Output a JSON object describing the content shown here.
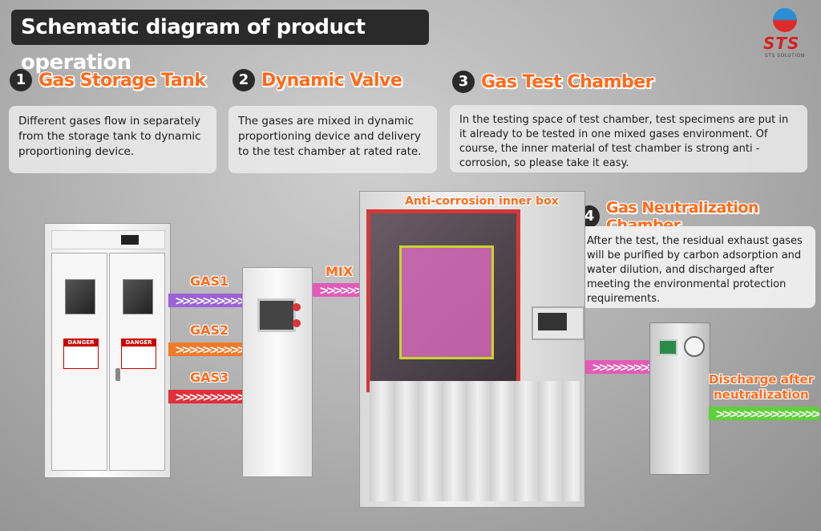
{
  "title": "Schematic diagram of product operation",
  "logo": {
    "brand": "STS",
    "sub": "STS SOLUTION"
  },
  "steps": [
    {
      "num": "1",
      "title": "Gas Storage Tank",
      "desc": "Different gases flow in separately from the storage tank to dynamic proportioning device."
    },
    {
      "num": "2",
      "title": "Dynamic Valve",
      "desc": "The gases are mixed in dynamic proportioning device and delivery to the test chamber at rated rate."
    },
    {
      "num": "3",
      "title": "Gas Test Chamber",
      "desc": "In the testing space of test chamber, test specimens are put in it  already to be tested in one mixed gases environment. Of course, the inner material of test chamber is strong anti -corrosion, so please take it easy."
    },
    {
      "num": "4",
      "title": "Gas Neutralization Chamber",
      "desc": "After the test, the residual exhaust gases will be purified by carbon adsorption and water dilution, and discharged after meeting the environmental protection requirements."
    }
  ],
  "flows": {
    "gas1": "GAS1",
    "gas2": "GAS2",
    "gas3": "GAS3",
    "mix": "MIX",
    "inner_box": "Anti-corrosion inner box",
    "discharge_line1": "Discharge after",
    "discharge_line2": "neutralization"
  },
  "colors": {
    "gas1": "#9b63d6",
    "gas2": "#f07a2a",
    "gas3": "#e0303a",
    "mix": "#e35bb8",
    "discharge": "#5fd03a",
    "accent": "#ff6a1a"
  },
  "equipment": {
    "danger": "DANGER"
  }
}
